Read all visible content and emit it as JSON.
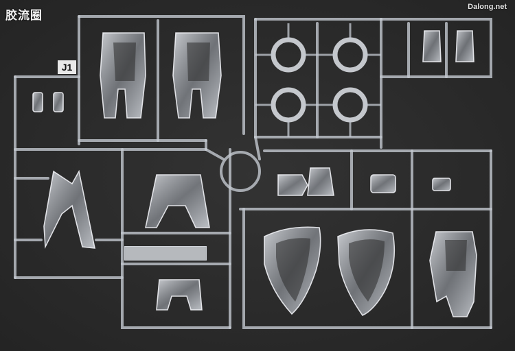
{
  "caption": "胶流圈",
  "watermark": "Dalong.net",
  "runner_tag": "J1",
  "plate_text": "",
  "colors": {
    "background": "#2b2b2b",
    "frame": "#c9ced6",
    "part_fill": "#b9bec6",
    "part_edge": "#e8ebf0",
    "part_shadow": "#7d828a"
  }
}
